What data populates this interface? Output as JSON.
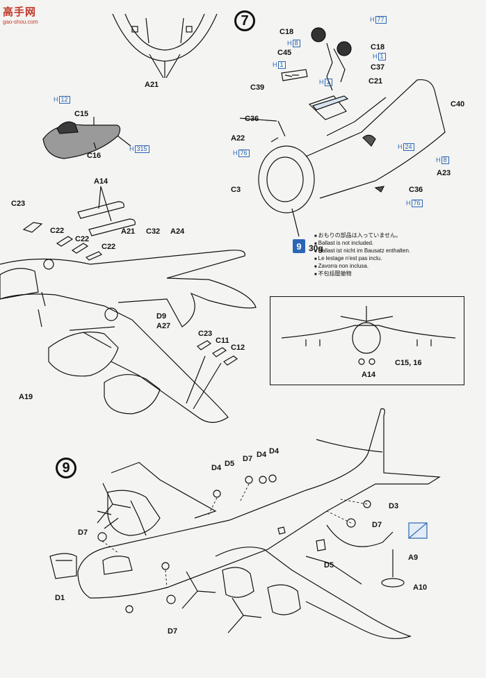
{
  "watermark": {
    "title": "高手网",
    "url": "gao-shou.com"
  },
  "steps": {
    "s7": "7",
    "s9": "9"
  },
  "ballast": {
    "icon": "9",
    "weight": "30g",
    "lines": [
      "おもりの部品は入っていません。",
      "Ballast is not included.",
      "Ballast ist nicht im Bausatz enthalten.",
      "Le lestage n'est pas inclu.",
      "Zavorra non inclusa.",
      "不包括壓艙物"
    ]
  },
  "labels": {
    "a21_top": "A21",
    "c15": "C15",
    "c16": "C16",
    "a14": "A14",
    "c23_left": "C23",
    "c22_a": "C22",
    "c22_b": "C22",
    "c22_c": "C22",
    "a21_mid": "A21",
    "c32": "C32",
    "a24": "A24",
    "d9": "D9",
    "a27": "A27",
    "a19": "A19",
    "c23_mid": "C23",
    "c11": "C11",
    "c12": "C12",
    "c18_l": "C18",
    "c18_r": "C18",
    "c45": "C45",
    "c37": "C37",
    "c21": "C21",
    "c39": "C39",
    "c40": "C40",
    "c36_l": "C36",
    "c36_r": "C36",
    "a22": "A22",
    "a23": "A23",
    "c3": "C3",
    "a14_inset": "A14",
    "c15_16": "C15, 16",
    "d4_a": "D4",
    "d5_a": "D5",
    "d7_a": "D7",
    "d4_b": "D4",
    "d4_c": "D4",
    "d3": "D3",
    "d7_b": "D7",
    "d7_c": "D7",
    "d5_b": "D5",
    "a9": "A9",
    "a10": "A10",
    "d1": "D1",
    "d7_d": "D7"
  },
  "hcodes": {
    "h12": {
      "p": "H",
      "n": "12"
    },
    "h315": {
      "p": "H",
      "n": "315"
    },
    "h77": {
      "p": "H",
      "n": "77"
    },
    "h8_a": {
      "p": "H",
      "n": "8"
    },
    "h1_a": {
      "p": "H",
      "n": "1"
    },
    "h1_b": {
      "p": "H",
      "n": "1"
    },
    "h1_c": {
      "p": "H",
      "n": "1"
    },
    "h76_a": {
      "p": "H",
      "n": "76"
    },
    "h24": {
      "p": "H",
      "n": "24"
    },
    "h8_b": {
      "p": "H",
      "n": "8"
    },
    "h76_b": {
      "p": "H",
      "n": "76"
    }
  },
  "colors": {
    "paint_code": "#2a66b5",
    "ink": "#111111",
    "paper": "#f4f4f2"
  }
}
